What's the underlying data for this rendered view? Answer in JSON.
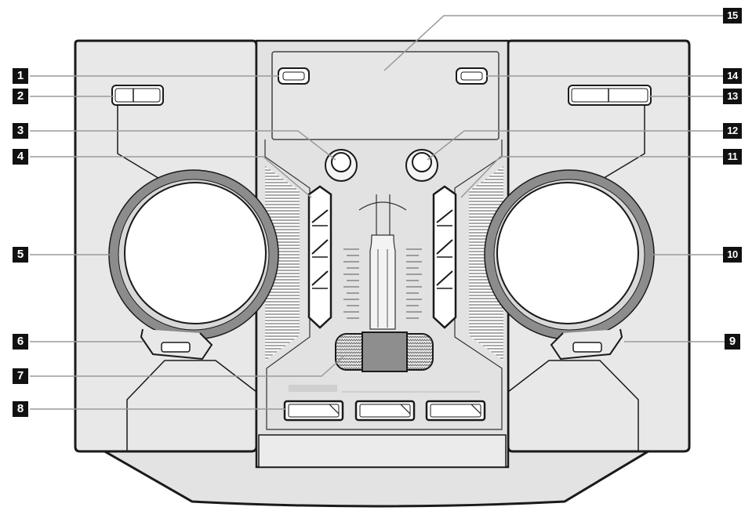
{
  "callouts": {
    "c1": "1",
    "c2": "2",
    "c3": "3",
    "c4": "4",
    "c5": "5",
    "c6": "6",
    "c7": "7",
    "c8": "8",
    "c9": "9",
    "c10": "10",
    "c11": "11",
    "c12": "12",
    "c13": "13",
    "c14": "14",
    "c15": "15"
  },
  "colors": {
    "outline": "#1a1a1a",
    "panel_fill": "#e6e6e6",
    "speaker_ring": "#8c8c8c",
    "leader_line": "#9a9a9a",
    "callout_bg": "#111111",
    "callout_text": "#ffffff"
  }
}
